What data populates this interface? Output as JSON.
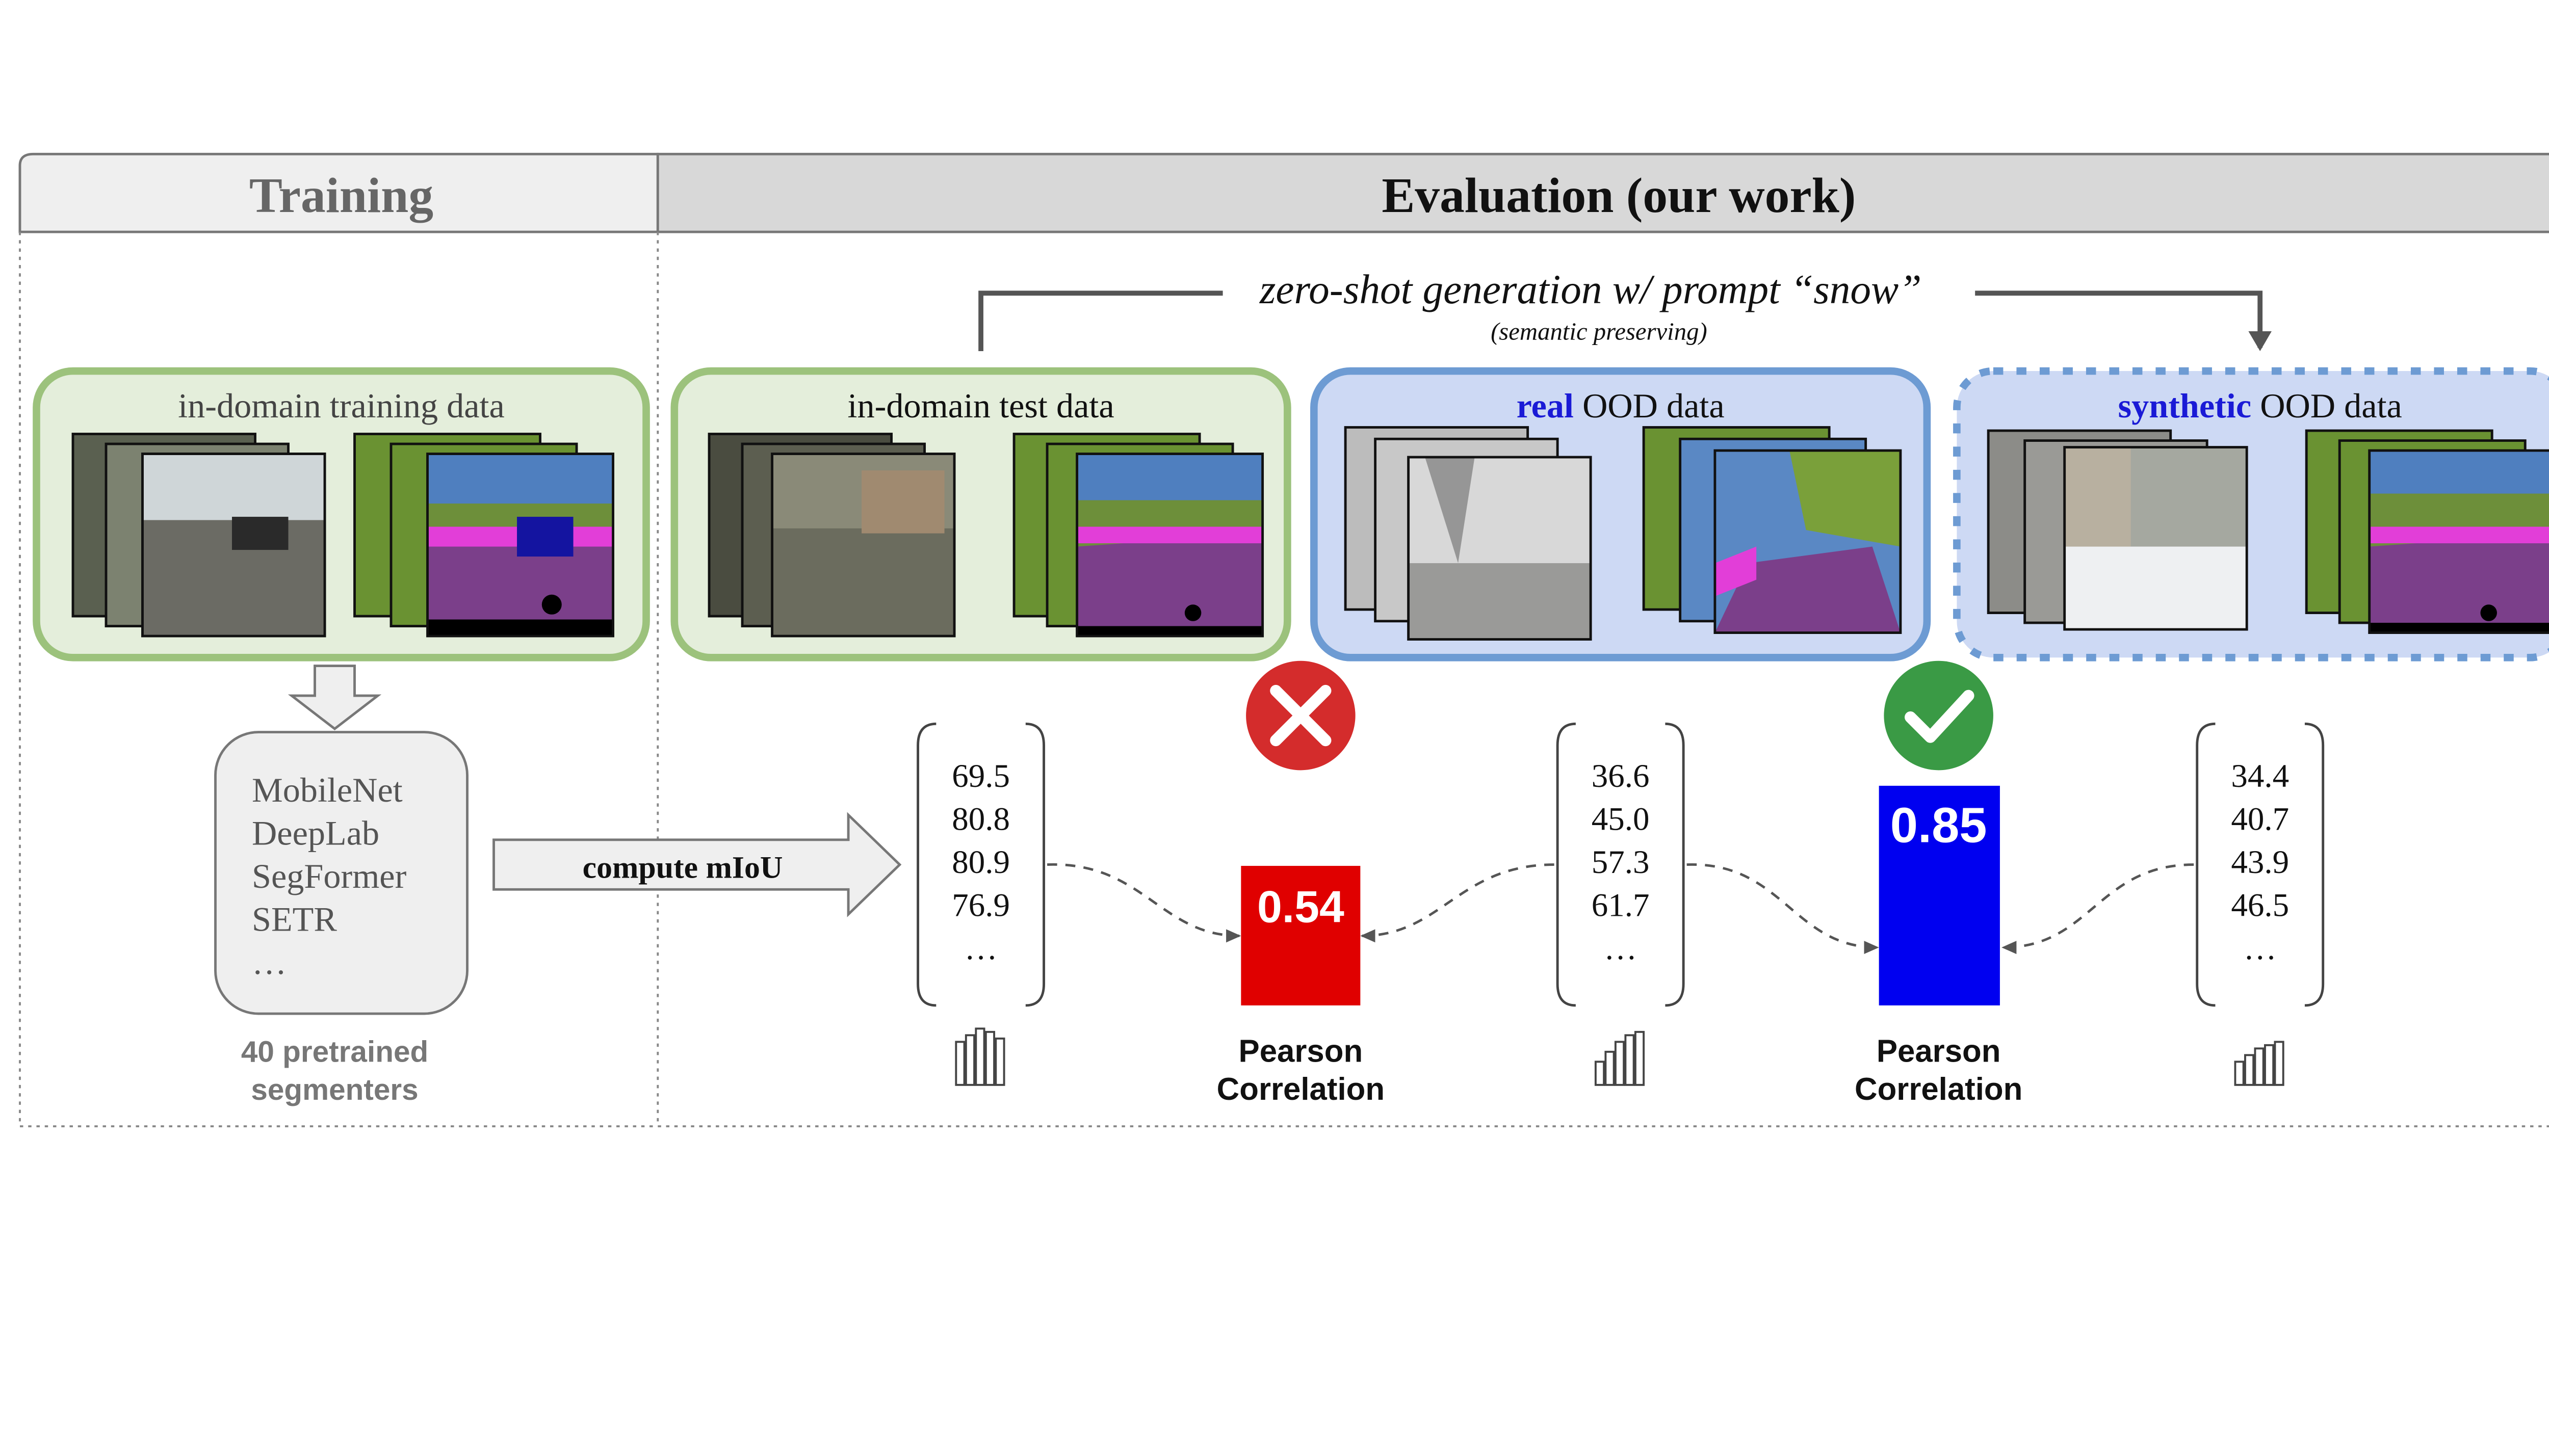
{
  "headers": {
    "training": "Training",
    "evaluation": "Evaluation (our work)"
  },
  "generation": {
    "label": "zero-shot generation w/ prompt “snow”",
    "sublabel": "(semantic preserving)"
  },
  "panels": {
    "training": {
      "title": "in-domain training data"
    },
    "test": {
      "title": "in-domain test data"
    },
    "real": {
      "highlight": "real",
      "rest": " OOD data"
    },
    "synthetic": {
      "highlight": "synthetic",
      "rest": " OOD data"
    }
  },
  "models": {
    "names": [
      "MobileNet",
      "DeepLab",
      "SegFormer",
      "SETR",
      "…"
    ],
    "caption_line1": "40 pretrained",
    "caption_line2": "segmenters"
  },
  "compute_label": "compute mIoU",
  "score_lists": {
    "test": [
      "69.5",
      "80.8",
      "80.9",
      "76.9",
      "…"
    ],
    "real": [
      "36.6",
      "45.0",
      "57.3",
      "61.7",
      "…"
    ],
    "synthetic": [
      "34.4",
      "40.7",
      "43.9",
      "46.5",
      "…"
    ]
  },
  "correlations": {
    "test_vs_real": {
      "value": "0.54",
      "label_line1": "Pearson",
      "label_line2": "Correlation",
      "indicator": "cross-icon"
    },
    "real_vs_synthetic": {
      "value": "0.85",
      "label_line1": "Pearson",
      "label_line2": "Correlation",
      "indicator": "check-icon"
    }
  },
  "chart_data": [
    {
      "type": "bar",
      "value": 0.54,
      "color": "#e00000",
      "label": "Pearson Correlation"
    },
    {
      "type": "bar",
      "value": 0.85,
      "color": "#0000f0",
      "label": "Pearson Correlation"
    }
  ],
  "colors": {
    "green_border": "#9cc27c",
    "green_fill": "#e4eedb",
    "blue_border": "#6d9bd3",
    "blue_fill": "#cdd9f4",
    "highlight_blue": "#1a1ad6",
    "red_bar": "#e00000",
    "blue_bar": "#0000f0",
    "cross_circle": "#d42c2c",
    "check_circle": "#3a9a45"
  }
}
